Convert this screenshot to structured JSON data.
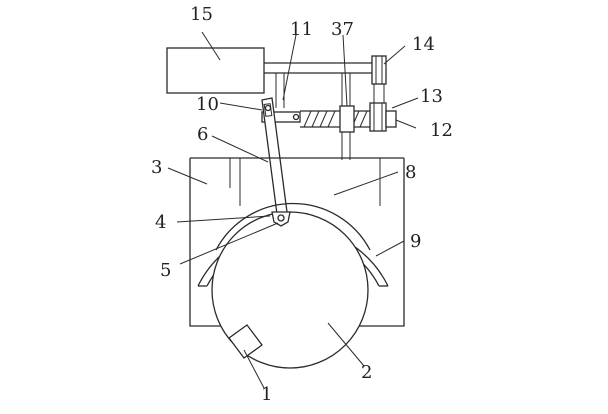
{
  "colors": {
    "stroke": "#2b2b2b",
    "background": "#ffffff",
    "text": "#222222"
  },
  "labels": {
    "l1": "1",
    "l2": "2",
    "l3": "3",
    "l4": "4",
    "l5": "5",
    "l6": "6",
    "l8": "8",
    "l9": "9",
    "l10": "10",
    "l11": "11",
    "l12": "12",
    "l13": "13",
    "l14": "14",
    "l15": "15",
    "l37": "37"
  }
}
